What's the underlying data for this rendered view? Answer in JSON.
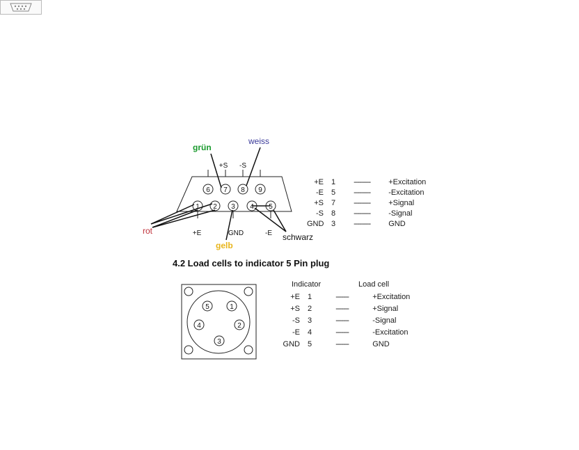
{
  "db9": {
    "pins_top": [
      "6",
      "7",
      "8",
      "9"
    ],
    "pins_bottom": [
      "1",
      "2",
      "3",
      "4",
      "5"
    ],
    "labels_top": [
      "+S",
      "-S"
    ],
    "labels_bottom": [
      "+E",
      "GND",
      "-E"
    ]
  },
  "wire_labels": {
    "gruen": "grün",
    "weiss": "weiss",
    "rot": "rot",
    "gelb": "gelb",
    "schwarz": "schwarz"
  },
  "colors": {
    "gruen": "#1a9a2e",
    "weiss": "#3b3b9a",
    "rot": "#c0303a",
    "gelb": "#e8b51c",
    "schwarz": "#111111"
  },
  "table9": [
    {
      "ind": "+E",
      "pin": "1",
      "dash": "---------",
      "cell": "+Excitation"
    },
    {
      "ind": "-E",
      "pin": "5",
      "dash": "---------",
      "cell": "-Excitation"
    },
    {
      "ind": "+S",
      "pin": "7",
      "dash": "---------",
      "cell": "+Signal"
    },
    {
      "ind": "-S",
      "pin": "8",
      "dash": "---------",
      "cell": "-Signal"
    },
    {
      "ind": "GND",
      "pin": "3",
      "dash": "---------",
      "cell": "GND"
    }
  ],
  "section_heading": "4.2 Load cells to indicator 5 Pin plug",
  "plug5": {
    "pins": [
      "1",
      "2",
      "3",
      "4",
      "5"
    ]
  },
  "table5": {
    "header_indicator": "Indicator",
    "header_cell": "Load cell",
    "rows": [
      {
        "ind": "+E",
        "pin": "1",
        "dash": "-------",
        "cell": "+Excitation"
      },
      {
        "ind": "+S",
        "pin": "2",
        "dash": "-------",
        "cell": "+Signal"
      },
      {
        "ind": "-S",
        "pin": "3",
        "dash": "-------",
        "cell": "-Signal"
      },
      {
        "ind": "-E",
        "pin": "4",
        "dash": "-------",
        "cell": "-Excitation"
      },
      {
        "ind": "GND",
        "pin": "5",
        "dash": "-------",
        "cell": "GND"
      }
    ]
  }
}
